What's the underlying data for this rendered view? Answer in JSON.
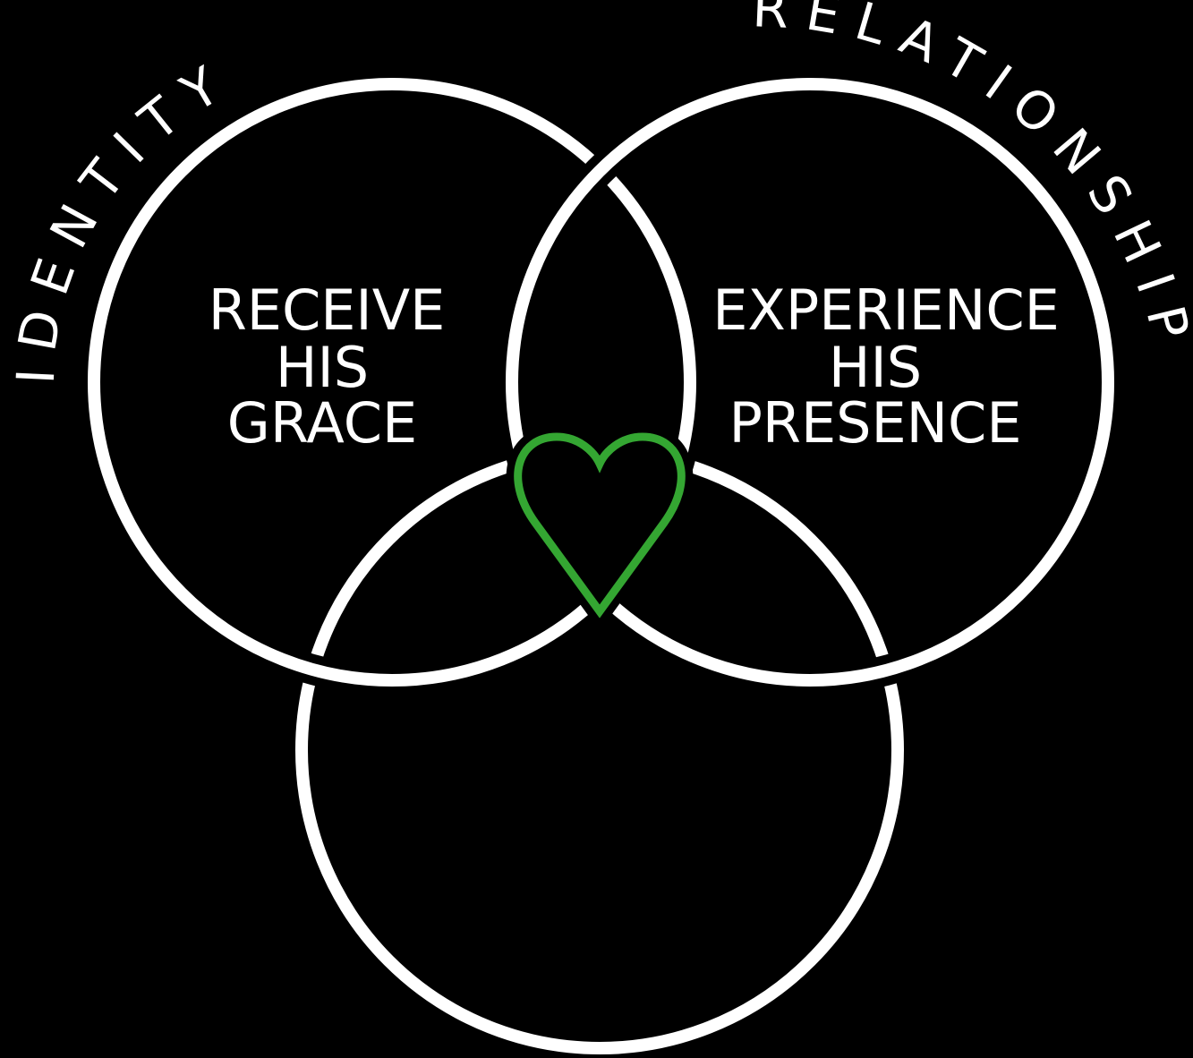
{
  "background": "#000000",
  "line_color": "#ffffff",
  "heart_color": "#34a632",
  "diagram": {
    "type": "three-circle venn",
    "arc_labels": {
      "identity": "IDENTITY",
      "relationship": "RELATIONSHIP"
    },
    "circles": {
      "left": {
        "lines": [
          "RECEIVE",
          "HIS",
          "GRACE"
        ]
      },
      "right": {
        "lines": [
          "EXPERIENCE",
          "HIS",
          "PRESENCE"
        ]
      },
      "bottom": {
        "lines": []
      }
    },
    "center_icon": "heart-icon"
  }
}
